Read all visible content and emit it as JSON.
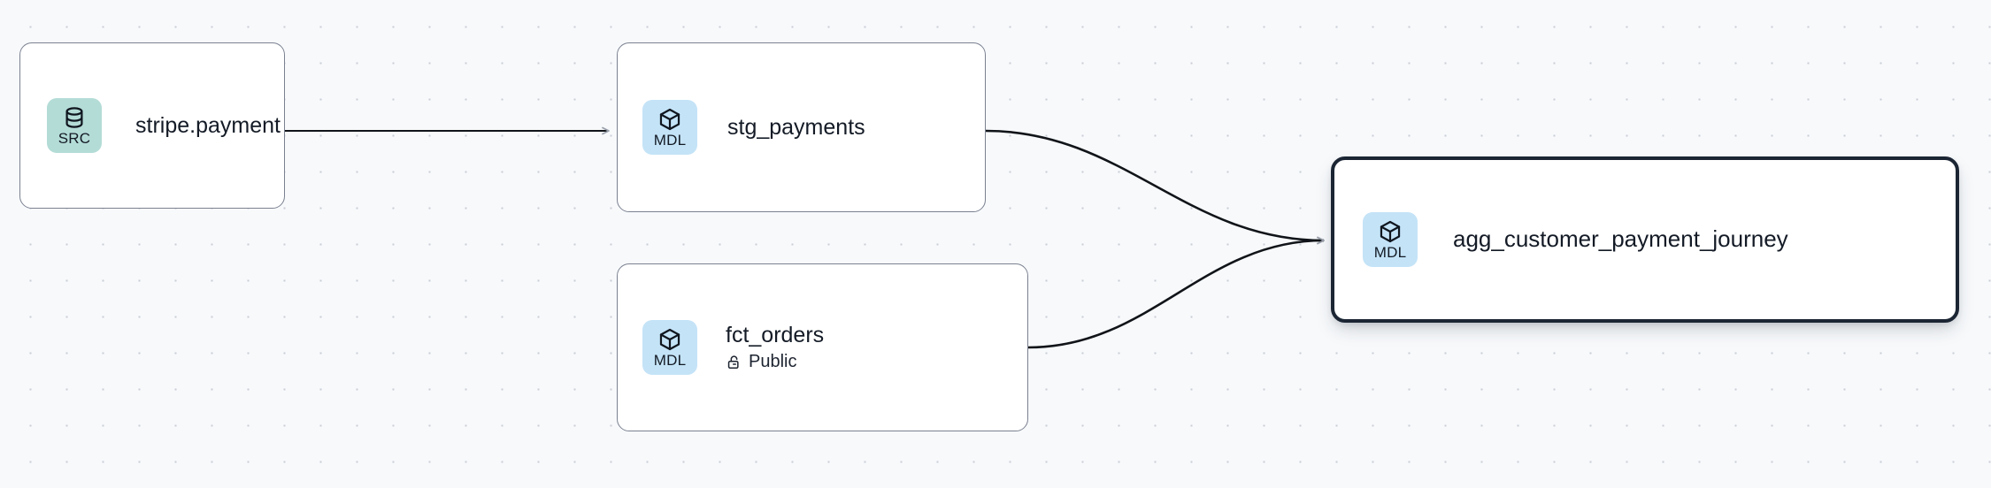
{
  "canvas": {
    "background_color": "#f7f9fb",
    "dot_color": "#c9cdd6",
    "grid_spacing": 41
  },
  "graph": {
    "type": "lineage-dag",
    "nodes": [
      {
        "id": "stripe-payment",
        "title": "stripe.payment",
        "badge_label": "SRC",
        "badge_icon": "database-icon",
        "badge_color": "#b4dcd7",
        "subtitle": null,
        "subtitle_icon": null,
        "selected": false
      },
      {
        "id": "stg-payments",
        "title": "stg_payments",
        "badge_label": "MDL",
        "badge_icon": "cube-icon",
        "badge_color": "#c4e3f7",
        "subtitle": null,
        "subtitle_icon": null,
        "selected": false
      },
      {
        "id": "fct-orders",
        "title": "fct_orders",
        "badge_label": "MDL",
        "badge_icon": "cube-icon",
        "badge_color": "#c4e3f7",
        "subtitle": "Public",
        "subtitle_icon": "unlock-icon",
        "selected": false
      },
      {
        "id": "agg-customer-payment-journey",
        "title": "agg_customer_payment_journey",
        "badge_label": "MDL",
        "badge_icon": "cube-icon",
        "badge_color": "#c4e3f7",
        "subtitle": null,
        "subtitle_icon": null,
        "selected": true
      }
    ],
    "edges": [
      {
        "from": "stripe-payment",
        "to": "stg-payments",
        "style": "straight",
        "arrow": true
      },
      {
        "from": "stg-payments",
        "to": "agg-customer-payment-journey",
        "style": "bezier",
        "arrow": true
      },
      {
        "from": "fct-orders",
        "to": "agg-customer-payment-journey",
        "style": "bezier",
        "arrow": true
      }
    ],
    "edge_color": "#000000",
    "arrow_color": "#9aa0ab",
    "selected_border_color": "#1b2533"
  }
}
